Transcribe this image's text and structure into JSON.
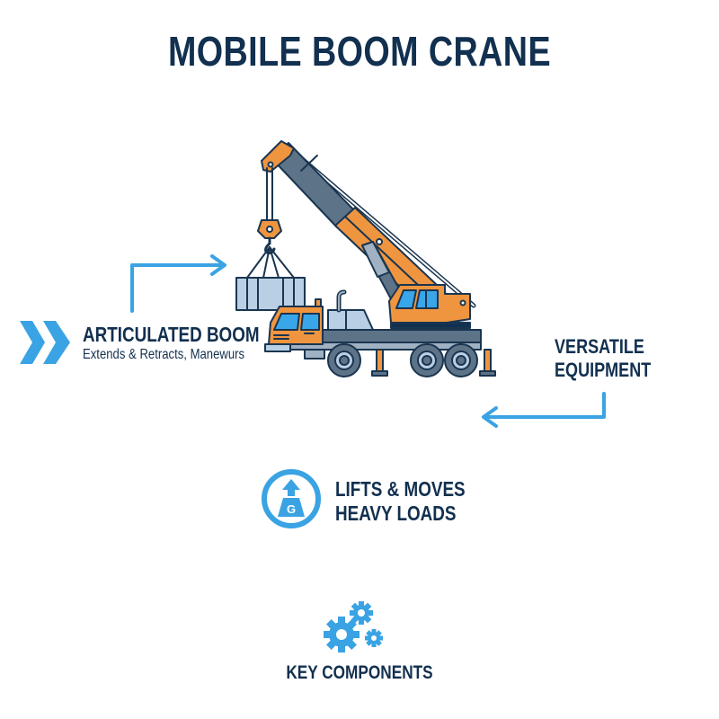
{
  "title": "MOBILE BOOM CRANE",
  "colors": {
    "navy": "#12304f",
    "accent_blue": "#3aa3e3",
    "crane_orange": "#f0953f",
    "steel_gray": "#5d7388",
    "load_blue": "#b9cfe4",
    "window_blue": "#3aa6ea"
  },
  "callouts": {
    "articulated_boom": {
      "heading": "ARTICULATED BOOM",
      "subtext": "Extends & Retracts, Manewurs",
      "icon": "double-chevron-right-icon"
    },
    "versatile_equipment": {
      "line1": "VERSATILE",
      "line2": "EQUIPMENT",
      "icon": "arrow-left-icon"
    },
    "lifts_moves": {
      "line1": "LIFTS & MOVES",
      "line2": "HEAVY LOADS",
      "icon": "weight-lift-icon",
      "icon_letter": "G"
    },
    "key_components": {
      "label": "KEY COMPONENTS",
      "icon": "gears-icon"
    }
  },
  "illustration": {
    "subject": "mobile-crane-truck",
    "parts": [
      "telescopic-boom",
      "hook-block",
      "suspended-load",
      "truck-cab",
      "crane-cab",
      "outriggers",
      "wheels"
    ]
  }
}
